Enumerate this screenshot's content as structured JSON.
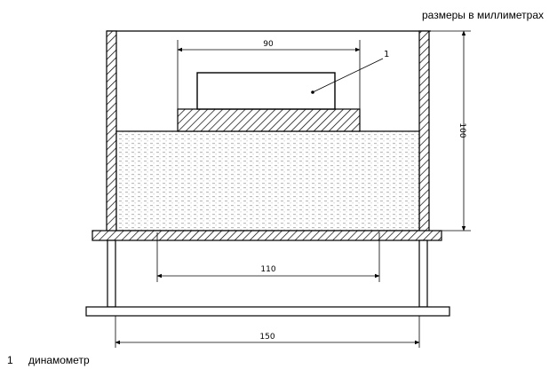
{
  "header": {
    "units_note": "размеры в миллиметрах"
  },
  "dimensions": {
    "top_width": "90",
    "height": "100",
    "inner_width": "110",
    "base_width": "150"
  },
  "callout": {
    "number": "1"
  },
  "legend": {
    "items": [
      {
        "number": "1",
        "label": "динамометр"
      }
    ]
  }
}
